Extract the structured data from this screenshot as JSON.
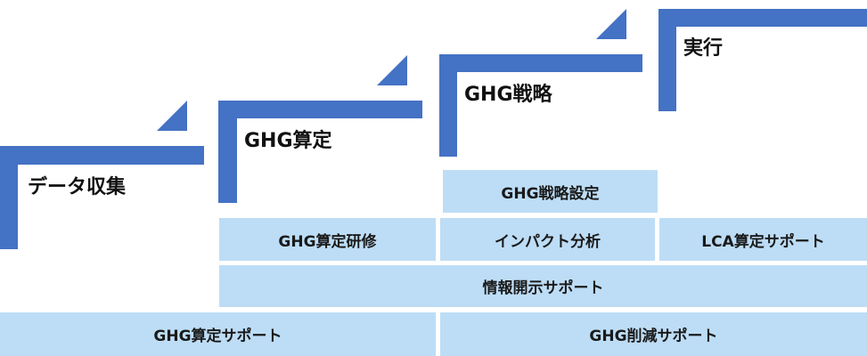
{
  "stages": [
    {
      "label": "データ収集"
    },
    {
      "label": "GHG算定"
    },
    {
      "label": "GHG戦略"
    },
    {
      "label": "実行"
    }
  ],
  "services": {
    "ghg_strategy_setting": "GHG戦略設定",
    "ghg_calc_training": "GHG算定研修",
    "impact_analysis": "インパクト分析",
    "lca_calc_support": "LCA算定サポート",
    "disclosure_support": "情報開示サポート",
    "ghg_calc_support": "GHG算定サポート",
    "ghg_reduction_support": "GHG削減サポート"
  },
  "colors": {
    "stair_blue": "#4472c4",
    "box_fill": "#bdddf6"
  }
}
